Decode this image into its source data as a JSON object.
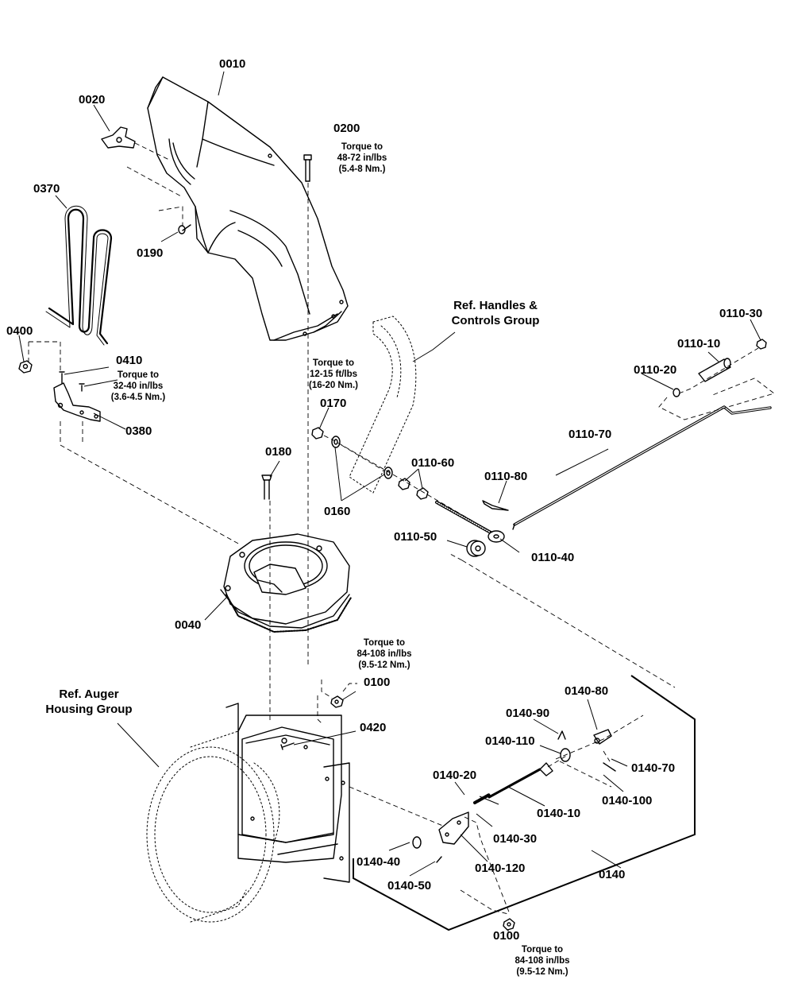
{
  "labels": {
    "p0010": "0010",
    "p0020": "0020",
    "p0200": "0200",
    "p0370": "0370",
    "p0190": "0190",
    "p0400": "0400",
    "p0410": "0410",
    "p0380": "0380",
    "p0170": "0170",
    "p0160": "0160",
    "p0180": "0180",
    "p0040": "0040",
    "p0100a": "0100",
    "p0100b": "0100",
    "p0420": "0420",
    "p0110_30": "0110-30",
    "p0110_10": "0110-10",
    "p0110_20": "0110-20",
    "p0110_70": "0110-70",
    "p0110_60": "0110-60",
    "p0110_80": "0110-80",
    "p0110_50": "0110-50",
    "p0110_40": "0110-40",
    "p0140_80": "0140-80",
    "p0140_90": "0140-90",
    "p0140_110": "0140-110",
    "p0140_70": "0140-70",
    "p0140_100": "0140-100",
    "p0140_20": "0140-20",
    "p0140_10": "0140-10",
    "p0140_30": "0140-30",
    "p0140_40": "0140-40",
    "p0140_120": "0140-120",
    "p0140_50": "0140-50",
    "p0140": "0140"
  },
  "notes": {
    "torque_0200": [
      "Torque to",
      "48-72 in/lbs",
      "(5.4-8 Nm.)"
    ],
    "torque_0410": [
      "Torque to",
      "32-40 in/lbs",
      "(3.6-4.5 Nm.)"
    ],
    "torque_0170": [
      "Torque to",
      "12-15 ft/lbs",
      "(16-20 Nm.)"
    ],
    "torque_0100_top": [
      "Torque to",
      "84-108 in/lbs",
      "(9.5-12 Nm.)"
    ],
    "torque_0100_bottom": [
      "Torque to",
      "84-108 in/lbs",
      "(9.5-12 Nm.)"
    ]
  },
  "refs": {
    "handles": [
      "Ref. Handles &",
      "Controls Group"
    ],
    "auger": [
      "Ref. Auger",
      "Housing Group"
    ]
  }
}
